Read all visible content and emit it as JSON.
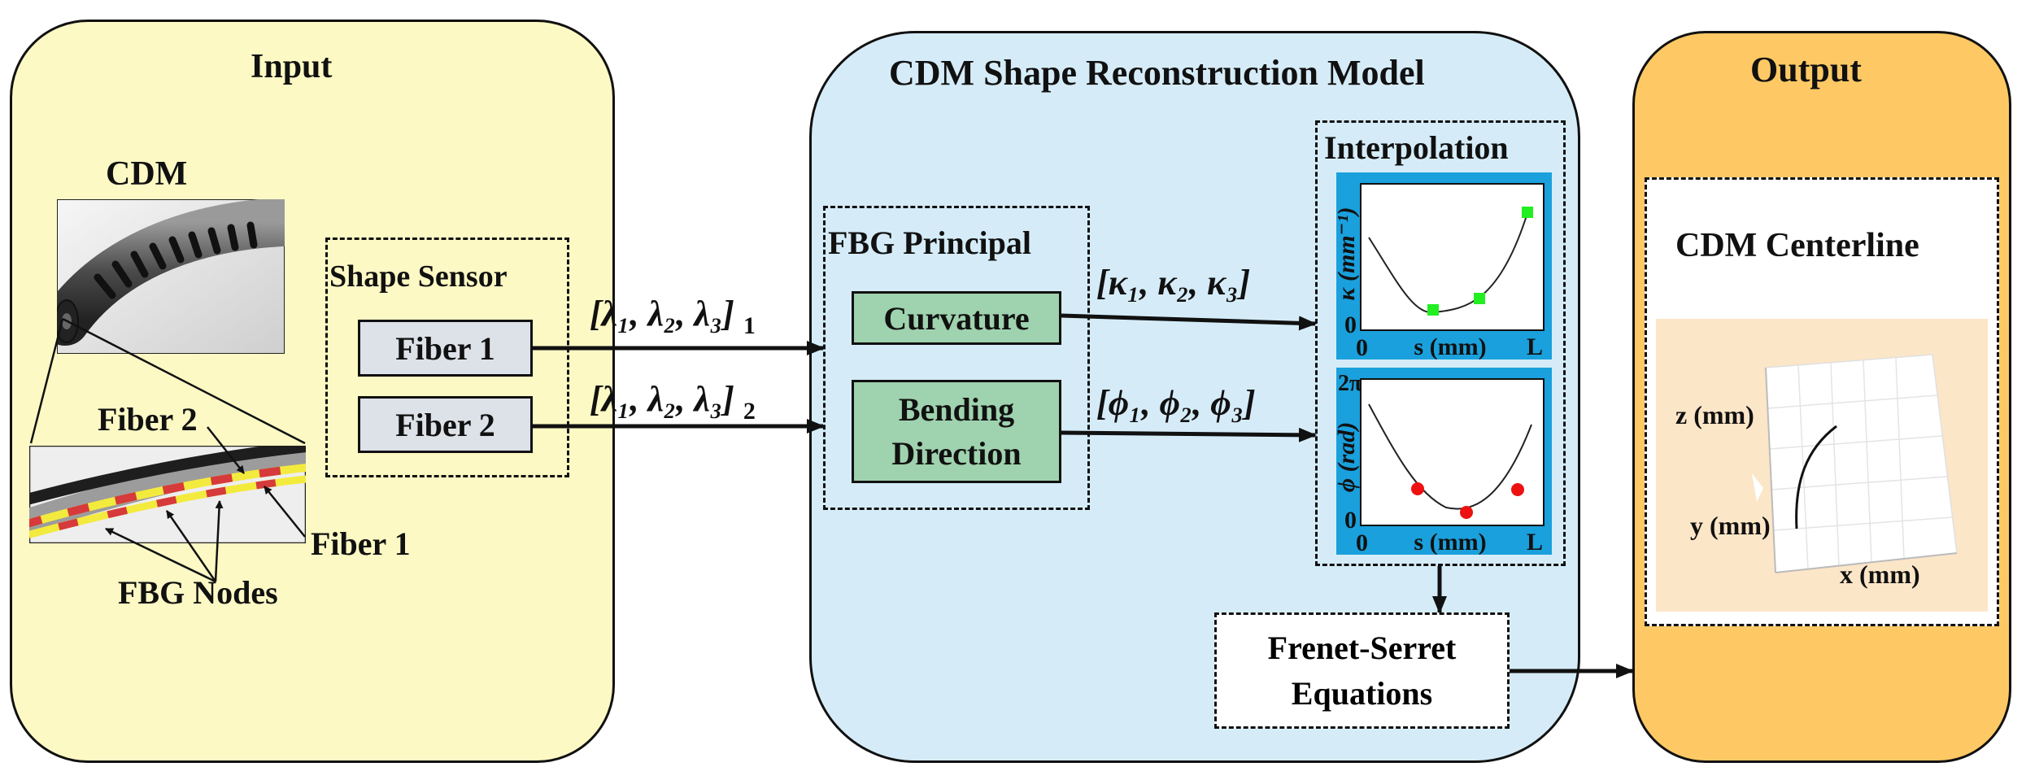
{
  "input": {
    "title": "Input",
    "cdm_label": "CDM",
    "fiber2_label": "Fiber 2",
    "fiber1_label": "Fiber 1",
    "fbg_nodes_label": "FBG Nodes",
    "shape_sensor": {
      "title": "Shape Sensor",
      "fiber1": "Fiber 1",
      "fiber2": "Fiber 2"
    }
  },
  "arrows": {
    "lambda_1": "[λ₁, λ₂, λ₃]",
    "lambda_1_sub": "1",
    "lambda_2": "[λ₁, λ₂, λ₃]",
    "lambda_2_sub": "2",
    "kappa": "[κ₁, κ₂, κ₃]",
    "phi": "[ϕ₁, ϕ₂, ϕ₃]"
  },
  "model": {
    "title": "CDM Shape Reconstruction Model",
    "fbg_principal": {
      "title": "FBG Principal",
      "curvature": "Curvature",
      "bending_line1": "Bending",
      "bending_line2": "Direction"
    },
    "interpolation": {
      "title": "Interpolation",
      "curvature_plot": {
        "ylabel": "κ (mm⁻¹)",
        "xlabel": "s (mm)",
        "x0": "0",
        "y0": "0",
        "xend": "L"
      },
      "direction_plot": {
        "ylabel": "ϕ (rad)",
        "xlabel": "s (mm)",
        "x0": "0",
        "y0": "0",
        "ytop": "2π",
        "xend": "L"
      },
      "plot_bg": "#1aa0dc",
      "curvature_marker": "#22ee22",
      "direction_marker": "#ee1111"
    },
    "frenet_line1": "Frenet-Serret",
    "frenet_line2": "Equations"
  },
  "output": {
    "title": "Output",
    "centerline_title": "CDM Centerline",
    "z_label": "z (mm)",
    "y_label": "y (mm)",
    "x_label": "x (mm)"
  },
  "colors": {
    "input_bg": "#fdf9c4",
    "model_bg": "#d5ecf8",
    "output_bg": "#fec964"
  }
}
